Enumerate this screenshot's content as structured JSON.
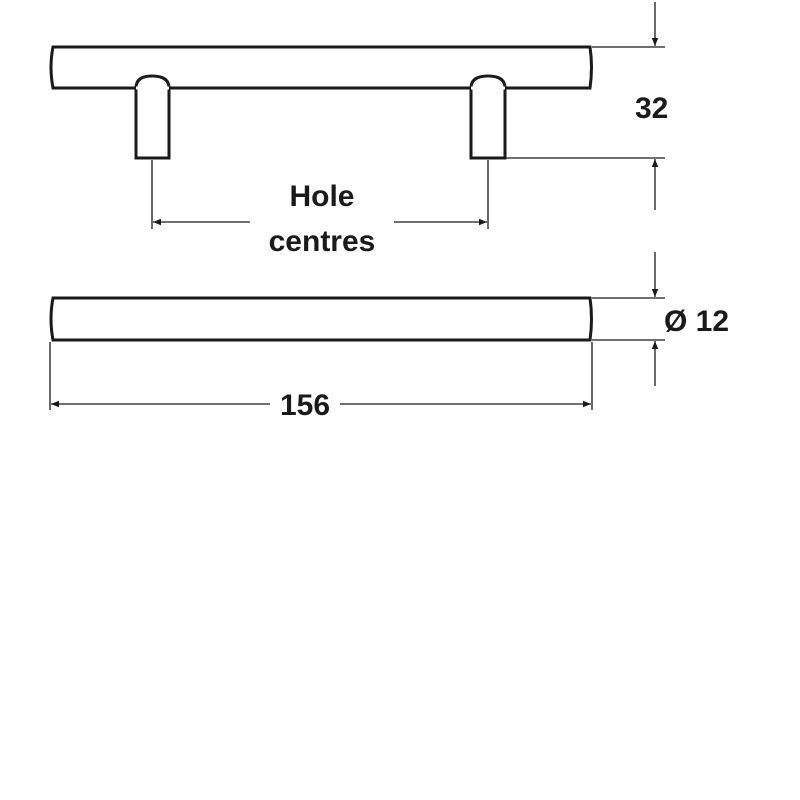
{
  "drawing": {
    "labels": {
      "height": "32",
      "hole_centres_line1": "Hole",
      "hole_centres_line2": "centres",
      "diameter": "Ø 12",
      "length": "156"
    },
    "line_color": "#1a1a1a"
  }
}
